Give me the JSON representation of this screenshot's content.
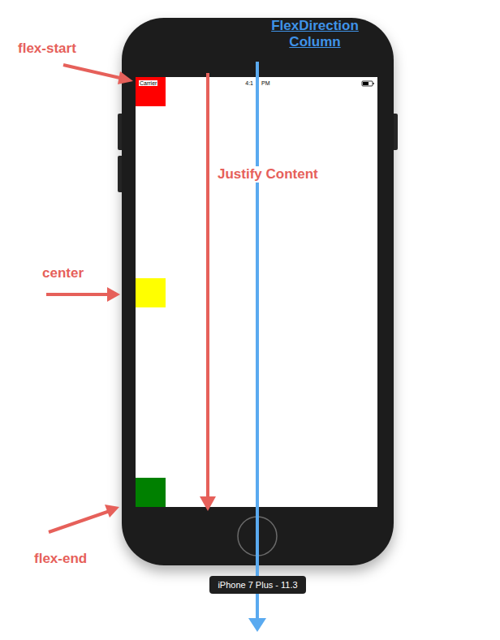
{
  "diagram": {
    "nodes": [
      {
        "text": [
          "iPhone 7 Plus - 11.3"
        ]
      }
    ],
    "labels": [
      "FlexDirection Column",
      "flex-start",
      "Carrier",
      "4:1",
      "PM",
      "Justify Content",
      "center",
      "flex-end"
    ]
  }
}
